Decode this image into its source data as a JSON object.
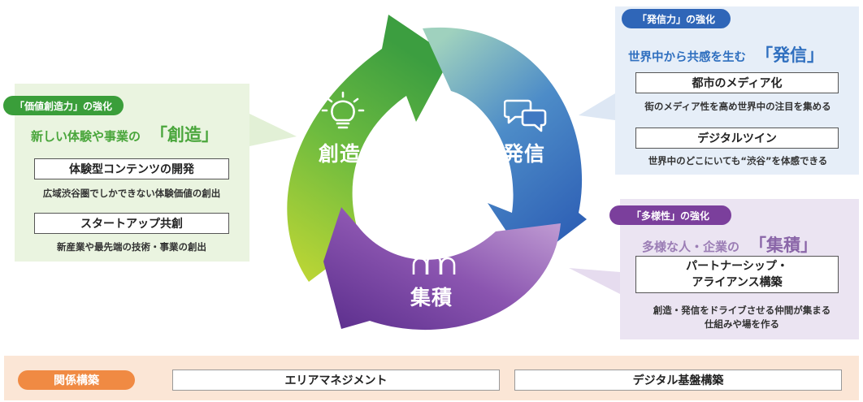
{
  "creation": {
    "tag": "「価値創造力」の強化",
    "headline": "新しい体験や事業の",
    "headline_big": "「創造」",
    "items": [
      {
        "title": "体験型コンテンツの開発",
        "desc": "広域渋谷圏でしかできない体験価値の創出"
      },
      {
        "title": "スタートアップ共創",
        "desc": "新産業や最先端の技術・事業の創出"
      }
    ]
  },
  "transmission": {
    "tag": "「発信力」の強化",
    "headline": "世界中から共感を生む",
    "headline_big": "「発信」",
    "items": [
      {
        "title": "都市のメディア化",
        "desc": "街のメディア性を高め世界中の注目を集める"
      },
      {
        "title": "デジタルツイン",
        "desc": "世界中のどこにいても“渋谷”を体感できる"
      }
    ]
  },
  "diversity": {
    "tag": "「多様性」の強化",
    "headline": "多様な人・企業の",
    "headline_big": "「集積」",
    "item_title_1": "パートナーシップ・",
    "item_title_2": "アライアンス構築",
    "desc_1": "創造・発信をドライブさせる仲間が集まる",
    "desc_2": "仕組みや場を作る"
  },
  "cycle": {
    "create": "創造",
    "transmit": "発信",
    "accumulate": "集積"
  },
  "foundation": {
    "label": "関係構築",
    "items": [
      "エリアマネジメント",
      "デジタル基盤構築"
    ]
  },
  "colors": {
    "green": "#4dab45",
    "green_tag": "#3a9e3a",
    "blue_text": "#2f6fbf",
    "blue_tag": "#2f66b8",
    "purple": "#7a45a0",
    "purple_tag": "#7b3f9c",
    "orange_tag": "#f08a43"
  },
  "icons": {
    "create": "lightbulb-icon",
    "transmit": "speech-bubbles-icon",
    "accumulate": "people-group-icon"
  }
}
